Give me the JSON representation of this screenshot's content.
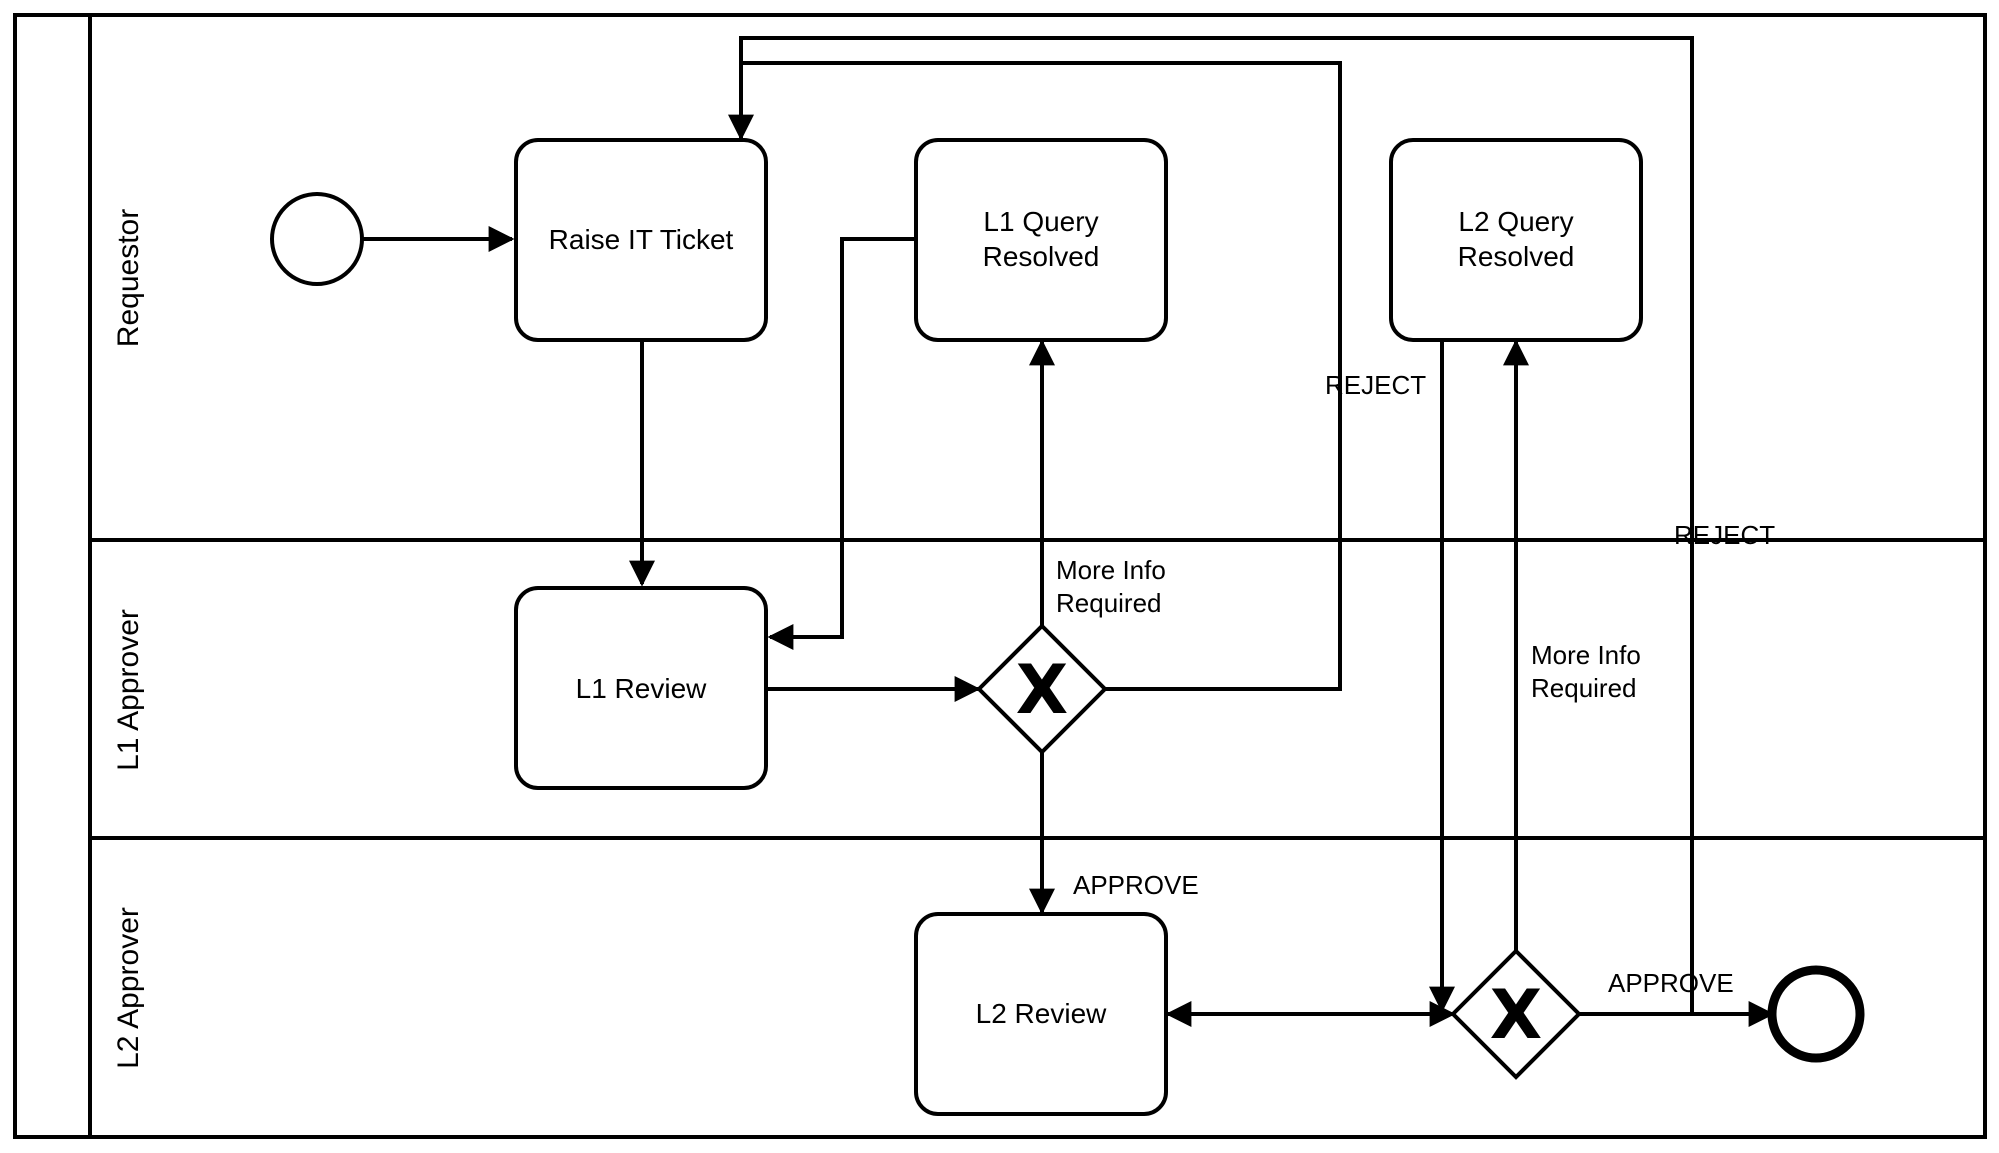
{
  "pool": {
    "lanes": [
      {
        "label": "Requestor"
      },
      {
        "label": "L1 Approver"
      },
      {
        "label": "L2 Approver"
      }
    ]
  },
  "tasks": {
    "raise_ticket": "Raise IT Ticket",
    "l1_query_resolved": [
      "L1 Query",
      "Resolved"
    ],
    "l2_query_resolved": [
      "L2 Query",
      "Resolved"
    ],
    "l1_review": "L1 Review",
    "l2_review": "L2 Review"
  },
  "gateways": {
    "gateway_1": {
      "marker": "X"
    },
    "gateway_2": {
      "marker": "X"
    }
  },
  "edge_labels": {
    "reject_1": "REJECT",
    "reject_2": "REJECT",
    "more_info_1": [
      "More Info",
      "Required"
    ],
    "more_info_2": [
      "More Info",
      "Required"
    ],
    "approve_1": "APPROVE",
    "approve_2": "APPROVE"
  }
}
